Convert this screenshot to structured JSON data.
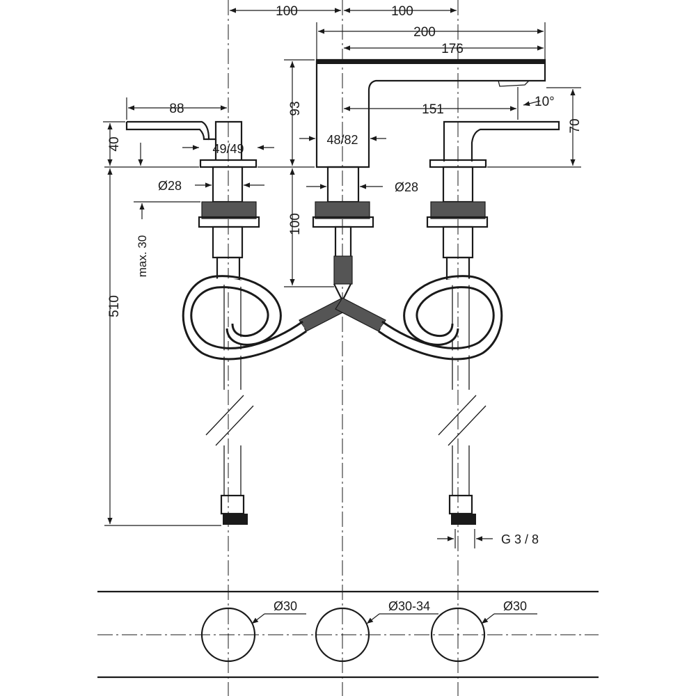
{
  "dimensions": {
    "spacing_left": "100",
    "spacing_right": "100",
    "spout_length": "200",
    "spout_reach": "176",
    "handle_length": "88",
    "spout_height": "93",
    "handle_height": "40",
    "spout_offset": "151",
    "angle": "10°",
    "outlet_height": "70",
    "handle_base": "49/49",
    "spout_base": "48/82",
    "diameter_left_body": "Ø28",
    "diameter_center_body": "Ø28",
    "max_thickness": "max. 30",
    "center_shank": "100",
    "hose_length": "510",
    "connection_thread": "G 3 / 8",
    "hole_left": "Ø30",
    "hole_center": "Ø30-34",
    "hole_right": "Ø30"
  }
}
